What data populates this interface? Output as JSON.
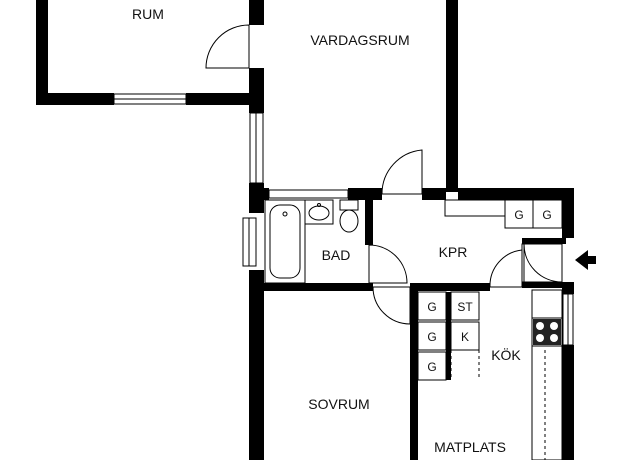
{
  "rooms": {
    "rum": "RUM",
    "vardagsrum": "VARDAGSRUM",
    "bad": "BAD",
    "kpr": "KPR",
    "kok": "KÖK",
    "sovrum": "SOVRUM",
    "matplats": "MATPLATS"
  },
  "appliances": {
    "g": "G",
    "st": "ST",
    "k": "K"
  },
  "icons": {
    "entrance": "entrance-arrow-icon",
    "stove": "stove-icon",
    "toilet": "toilet-icon",
    "sink": "sink-icon",
    "bathtub": "bathtub-icon"
  },
  "colors": {
    "wall": "#000000",
    "background": "#ffffff",
    "line": "#000000"
  }
}
